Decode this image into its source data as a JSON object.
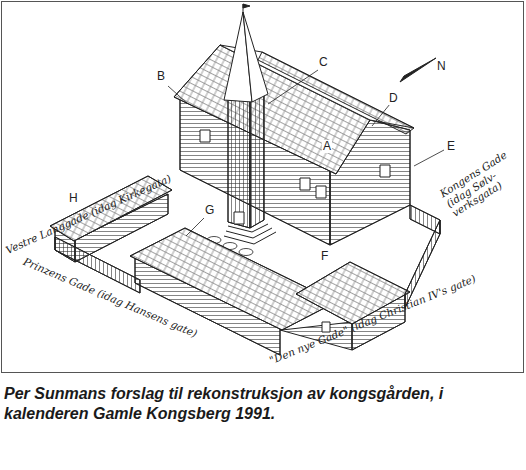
{
  "diagram": {
    "caption": "Per Sunmans forslag til rekonstruksjon av kongsgården, i kalenderen Gamle Kongsberg 1991.",
    "labels": [
      "A",
      "B",
      "C",
      "D",
      "E",
      "F",
      "G",
      "H",
      "Vestre Langgade (idag Kirkegata)",
      "Prinzens Gade (idag Hansens gate)",
      "Kongens Gade (idag Sølv-verksgata)",
      "\"Den nye Gade\" (idag Christian IV's gate)",
      "N"
    ]
  }
}
